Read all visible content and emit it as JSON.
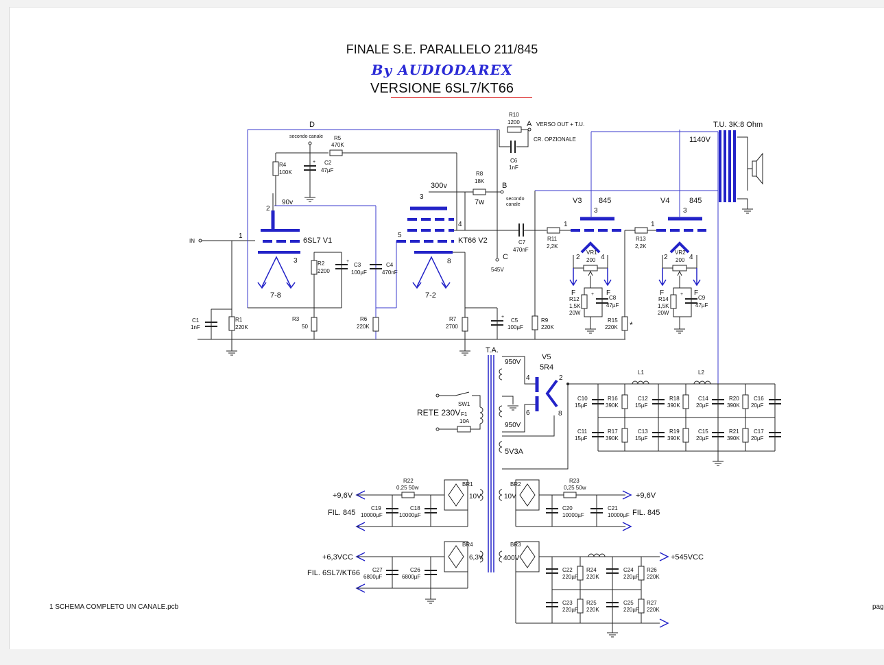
{
  "title": "FINALE S.E. PARALLELO 211/845",
  "subtitle": "By AUDIODAREX",
  "version": "VERSIONE 6SL7/KT66",
  "footer": "1 SCHEMA COMPLETO UN CANALE.pcb",
  "page_label": "pag",
  "nodes": {
    "D": "D",
    "A": "A",
    "B": "B",
    "C": "C",
    "in": "IN",
    "second_channel_top": "secondo canale",
    "second_channel_b1": "secondo",
    "second_channel_b2": "canale",
    "to_out": "VERSO OUT + T.U.",
    "cr_opt": "CR. OPZIONALE",
    "v545": "545V"
  },
  "tubes": {
    "v1": "6SL7 V1",
    "v2": "KT66 V2",
    "v3": "V3",
    "v3_type": "845",
    "v4": "V4",
    "v4_type": "845",
    "v5": "V5",
    "v5_type": "5R4",
    "v1_heater": "7-8",
    "v2_heater": "7-2",
    "volt_90": "90v",
    "volt_300": "300v",
    "volt_7w": "7w",
    "pin1": "1",
    "pin2": "2",
    "pin3": "3",
    "pin4": "4",
    "pin5": "5",
    "pin6": "6",
    "pin8": "8",
    "F": "F"
  },
  "output_transformer": {
    "label": "T.U. 3K:8 Ohm",
    "hv": "1140V"
  },
  "components": {
    "R1": [
      "R1",
      "220K"
    ],
    "R2": [
      "R2",
      "2200"
    ],
    "R3": [
      "R3",
      "50"
    ],
    "R4": [
      "R4",
      "100K"
    ],
    "R5": [
      "R5",
      "470K"
    ],
    "R6": [
      "R6",
      "220K"
    ],
    "R7": [
      "R7",
      "2700"
    ],
    "R8": [
      "R8",
      "18K"
    ],
    "R9": [
      "R9",
      "220K"
    ],
    "R10": [
      "R10",
      "1200"
    ],
    "R11": [
      "R11",
      "2,2K"
    ],
    "R12": [
      "R12",
      "1,5K",
      "20W"
    ],
    "R13": [
      "R13",
      "2,2K"
    ],
    "R14": [
      "R14",
      "1,5K",
      "20W"
    ],
    "R15": [
      "R15",
      "220K"
    ],
    "R16": [
      "R16",
      "390K"
    ],
    "R17": [
      "R17",
      "390K"
    ],
    "R18": [
      "R18",
      "390K"
    ],
    "R19": [
      "R19",
      "390K"
    ],
    "R20": [
      "R20",
      "390K"
    ],
    "R21": [
      "R21",
      "390K"
    ],
    "R22": [
      "R22",
      "0,25 50w"
    ],
    "R23": [
      "R23",
      "0,25 50w"
    ],
    "R24": [
      "R24",
      "220K"
    ],
    "R25": [
      "R25",
      "220K"
    ],
    "R26": [
      "R26",
      "220K"
    ],
    "R27": [
      "R27",
      "220K"
    ],
    "C1": [
      "C1",
      "1nF"
    ],
    "C2": [
      "C2",
      "47µF"
    ],
    "C3": [
      "C3",
      "100µF"
    ],
    "C4": [
      "C4",
      "470nF"
    ],
    "C5": [
      "C5",
      "100µF"
    ],
    "C6": [
      "C6",
      "1nF"
    ],
    "C7": [
      "C7",
      "470nF"
    ],
    "C8": [
      "C8",
      "47µF"
    ],
    "C9": [
      "C9",
      "47µF"
    ],
    "C10": [
      "C10",
      "15µF"
    ],
    "C11": [
      "C11",
      "15µF"
    ],
    "C12": [
      "C12",
      "15µF"
    ],
    "C13": [
      "C13",
      "15µF"
    ],
    "C14": [
      "C14",
      "20µF"
    ],
    "C15": [
      "C15",
      "20µF"
    ],
    "C16": [
      "C16",
      "20µF"
    ],
    "C17": [
      "C17",
      "20µF"
    ],
    "C18": [
      "C18",
      "10000µF"
    ],
    "C19": [
      "C19",
      "10000µF"
    ],
    "C20": [
      "C20",
      "10000µF"
    ],
    "C21": [
      "C21",
      "10000µF"
    ],
    "C22": [
      "C22",
      "220µF"
    ],
    "C23": [
      "C23",
      "220µF"
    ],
    "C24": [
      "C24",
      "220µF"
    ],
    "C25": [
      "C25",
      "220µF"
    ],
    "C26": [
      "C26",
      "6800µF"
    ],
    "C27": [
      "C27",
      "6800µF"
    ],
    "VR1": [
      "VR1",
      "200"
    ],
    "VR2": [
      "VR2",
      "200"
    ],
    "L1": "L1",
    "L2": "L2",
    "BR1": "BR1",
    "BR2": "BR2",
    "BR3": "BR3",
    "BR4": "BR4",
    "SW1": "SW1",
    "F1": [
      "F1",
      "10A"
    ],
    "star": "*",
    "plus": "+"
  },
  "power": {
    "ta": "T.A.",
    "w950a": "950V",
    "w950b": "950V",
    "w5v3a": "5V3A",
    "mains": "RETE 230V",
    "w10v_a": "10V",
    "w10v_b": "10V",
    "w6v3": "6,3V",
    "w400v": "400V",
    "out_96_left": "+9,6V",
    "out_96_right": "+9,6V",
    "fil845_left": "FIL. 845",
    "fil845_right": "FIL. 845",
    "out_63": "+6,3VCC",
    "fil_6sl7": "FIL. 6SL7/KT66",
    "out_545": "+545VCC"
  }
}
